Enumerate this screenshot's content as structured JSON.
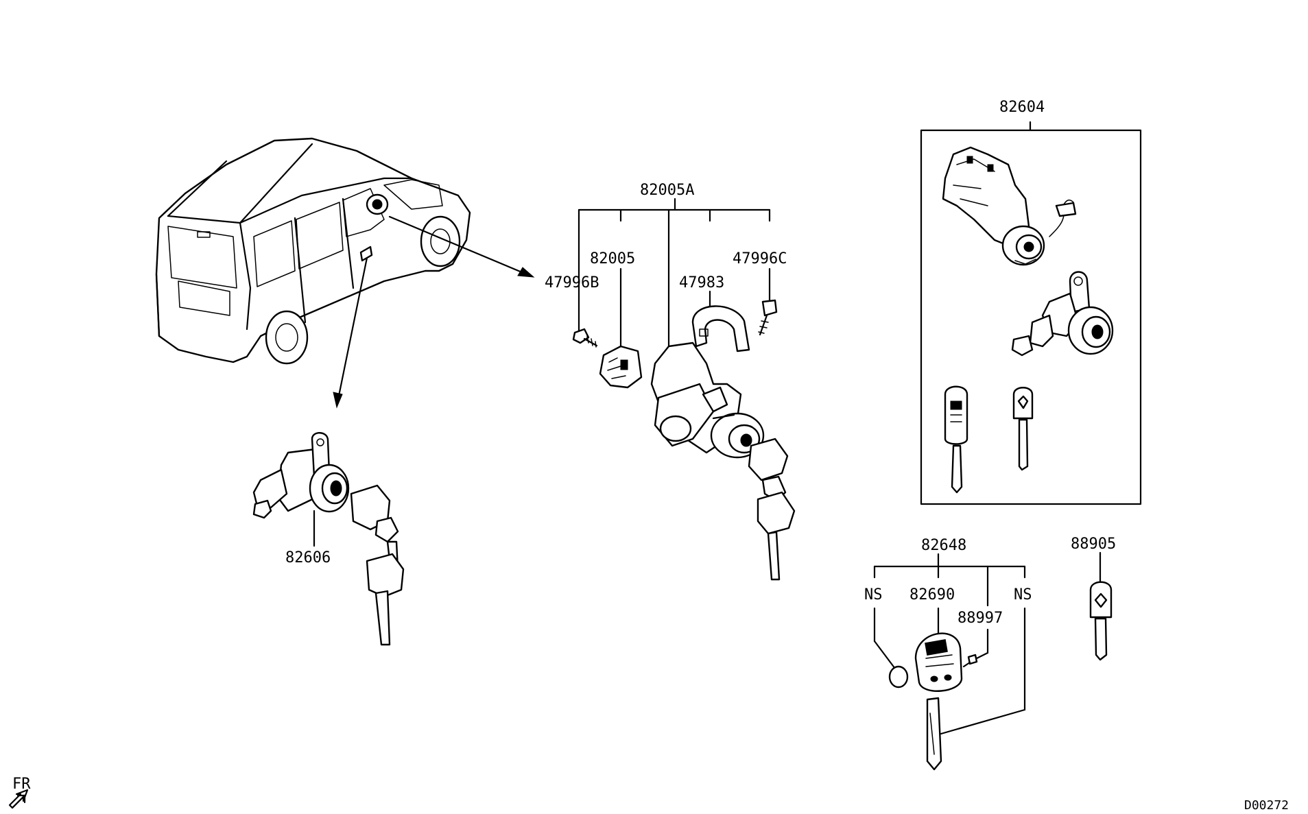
{
  "labels": {
    "assembly_82005A": "82005A",
    "part_82005": "82005",
    "part_47996B": "47996B",
    "part_47983": "47983",
    "part_47996C": "47996C",
    "part_82604": "82604",
    "part_82606": "82606",
    "part_82648": "82648",
    "part_82690": "82690",
    "part_88997": "88997",
    "part_88905": "88905",
    "ns_left": "NS",
    "ns_right": "NS",
    "orientation": "FR",
    "diagram_code": "D00272"
  },
  "icons": {
    "vehicle": "van-icon",
    "orientation_arrow": "front-arrow-icon"
  }
}
